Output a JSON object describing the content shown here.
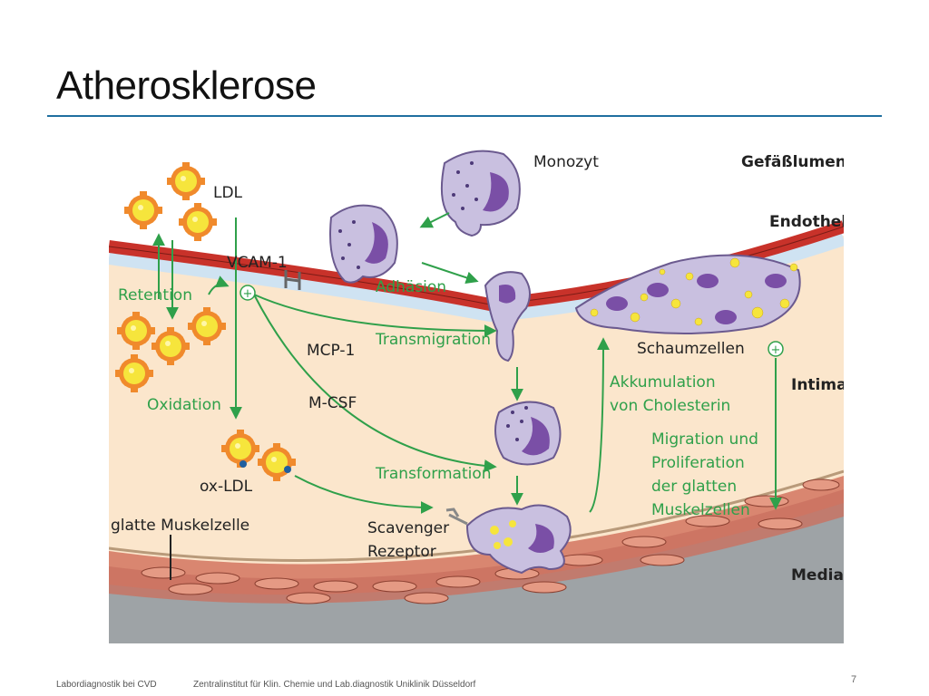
{
  "slide": {
    "title": "Atherosklerose",
    "page_number": "7",
    "footer_left": "Labordiagnostik bei CVD",
    "footer_center": "Zentralinstitut für Klin. Chemie und Lab.diagnostik Uniklinik Düsseldorf"
  },
  "diagram": {
    "labels": {
      "ldl": "LDL",
      "monozyt": "Monozyt",
      "gefaesslumen": "Gefäßlumen",
      "endothel": "Endothel",
      "vcam": "VCAM-1",
      "retention": "Retention",
      "adhaesion": "Adhäsion",
      "mcp": "MCP-1",
      "transmigration": "Transmigration",
      "schaumzellen": "Schaumzellen",
      "intima": "Intima",
      "oxidation": "Oxidation",
      "mcsf": "M-CSF",
      "akkumulation_1": "Akkumulation",
      "akkumulation_2": "von Cholesterin",
      "migration_1": "Migration und",
      "migration_2": "Proliferation",
      "migration_3": "der glatten",
      "migration_4": "Muskelzellen",
      "oxldl": "ox-LDL",
      "transformation": "Transformation",
      "glatte": "glatte Muskelzelle",
      "scavenger_1": "Scavenger",
      "scavenger_2": "Rezeptor",
      "media": "Media",
      "plus_1": "+",
      "plus_2": "+"
    },
    "colors": {
      "arrow": "#2fa04a",
      "endothel": "#c8322a",
      "intima": "#fbe6cc",
      "ldl_core": "#f6e53c",
      "ldl_spike": "#f08a2c",
      "cell": "#c9c0e0",
      "nucleus": "#7a4fa6",
      "media_muscle": "#d98670",
      "adventitia": "#9ea3a6"
    }
  }
}
